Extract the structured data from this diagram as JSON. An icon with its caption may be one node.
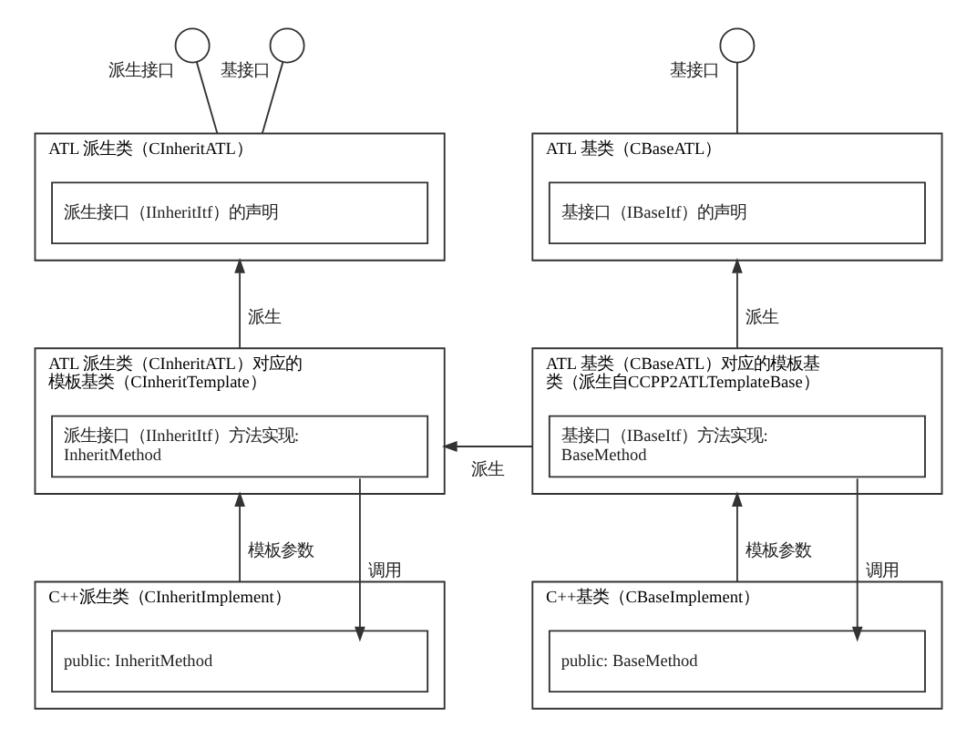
{
  "diagram": {
    "nodes": [
      {
        "text": [],
        "shape": "circle",
        "beside": [
          "派生接口"
        ]
      },
      {
        "text": [],
        "shape": "circle",
        "beside": [
          "基接口"
        ]
      },
      {
        "text": [],
        "shape": "circle",
        "beside": [
          "基接口"
        ]
      },
      {
        "text": [
          "ATL 派生类（CInheritATL）"
        ]
      },
      {
        "text": [
          "派生接口（IInheritItf）的声明"
        ],
        "in": 3
      },
      {
        "text": [
          "ATL 基类（CBaseATL）"
        ]
      },
      {
        "text": [
          "基接口（IBaseItf）的声明"
        ],
        "in": 5
      },
      {
        "text": [
          "ATL 派生类（CInheritATL）对应的模板基类（CInheritTemplate）"
        ]
      },
      {
        "text": [
          "派生接口（IInheritItf）方法实现: InheritMethod"
        ],
        "in": 7
      },
      {
        "text": [
          "ATL 基类（CBaseATL）对应的模板基类（派生自CCPP2ATLTemplateBase）"
        ]
      },
      {
        "text": [
          "基接口（IBaseItf）方法实现: BaseMethod"
        ],
        "in": 9
      },
      {
        "text": [
          "C++派生类（CInheritImplement）"
        ]
      },
      {
        "text": [
          "public: InheritMethod"
        ],
        "in": 11
      },
      {
        "text": [
          "C++基类（CBaseImplement）"
        ]
      },
      {
        "text": [
          "public: BaseMethod"
        ],
        "in": 13
      }
    ],
    "edges": [
      {
        "from": 3,
        "to": 0,
        "arrow": "none"
      },
      {
        "from": 3,
        "to": 1,
        "arrow": "none"
      },
      {
        "from": 5,
        "to": 2,
        "arrow": "none"
      },
      {
        "from": 7,
        "to": 3,
        "arrow": "to",
        "label": "派生"
      },
      {
        "from": 9,
        "to": 5,
        "arrow": "to",
        "label": "派生"
      },
      {
        "from": 9,
        "to": 7,
        "arrow": "to",
        "label": "派生"
      },
      {
        "from": 11,
        "to": 7,
        "arrow": "to",
        "label": "模板参数"
      },
      {
        "from": 8,
        "to": 12,
        "arrow": "to",
        "label": "调用"
      },
      {
        "from": 13,
        "to": 9,
        "arrow": "to",
        "label": "模板参数"
      },
      {
        "from": 10,
        "to": 14,
        "arrow": "to",
        "label": "调用"
      }
    ]
  }
}
